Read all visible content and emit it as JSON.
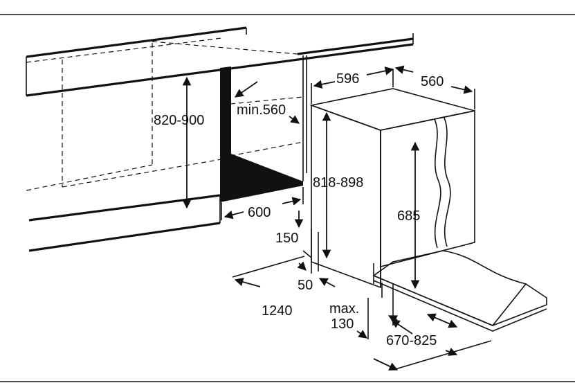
{
  "dimensions": {
    "niche_height": "820-900",
    "niche_depth_min": "min.560",
    "niche_width": "600",
    "appliance_width": "596",
    "appliance_depth": "560",
    "appliance_height": "818-898",
    "door_height": "685",
    "plinth_height": "150",
    "plinth_depth": "50",
    "total_depth": "1240",
    "max_label": "max.",
    "max_value": "130",
    "door_adjust": "670-825"
  }
}
